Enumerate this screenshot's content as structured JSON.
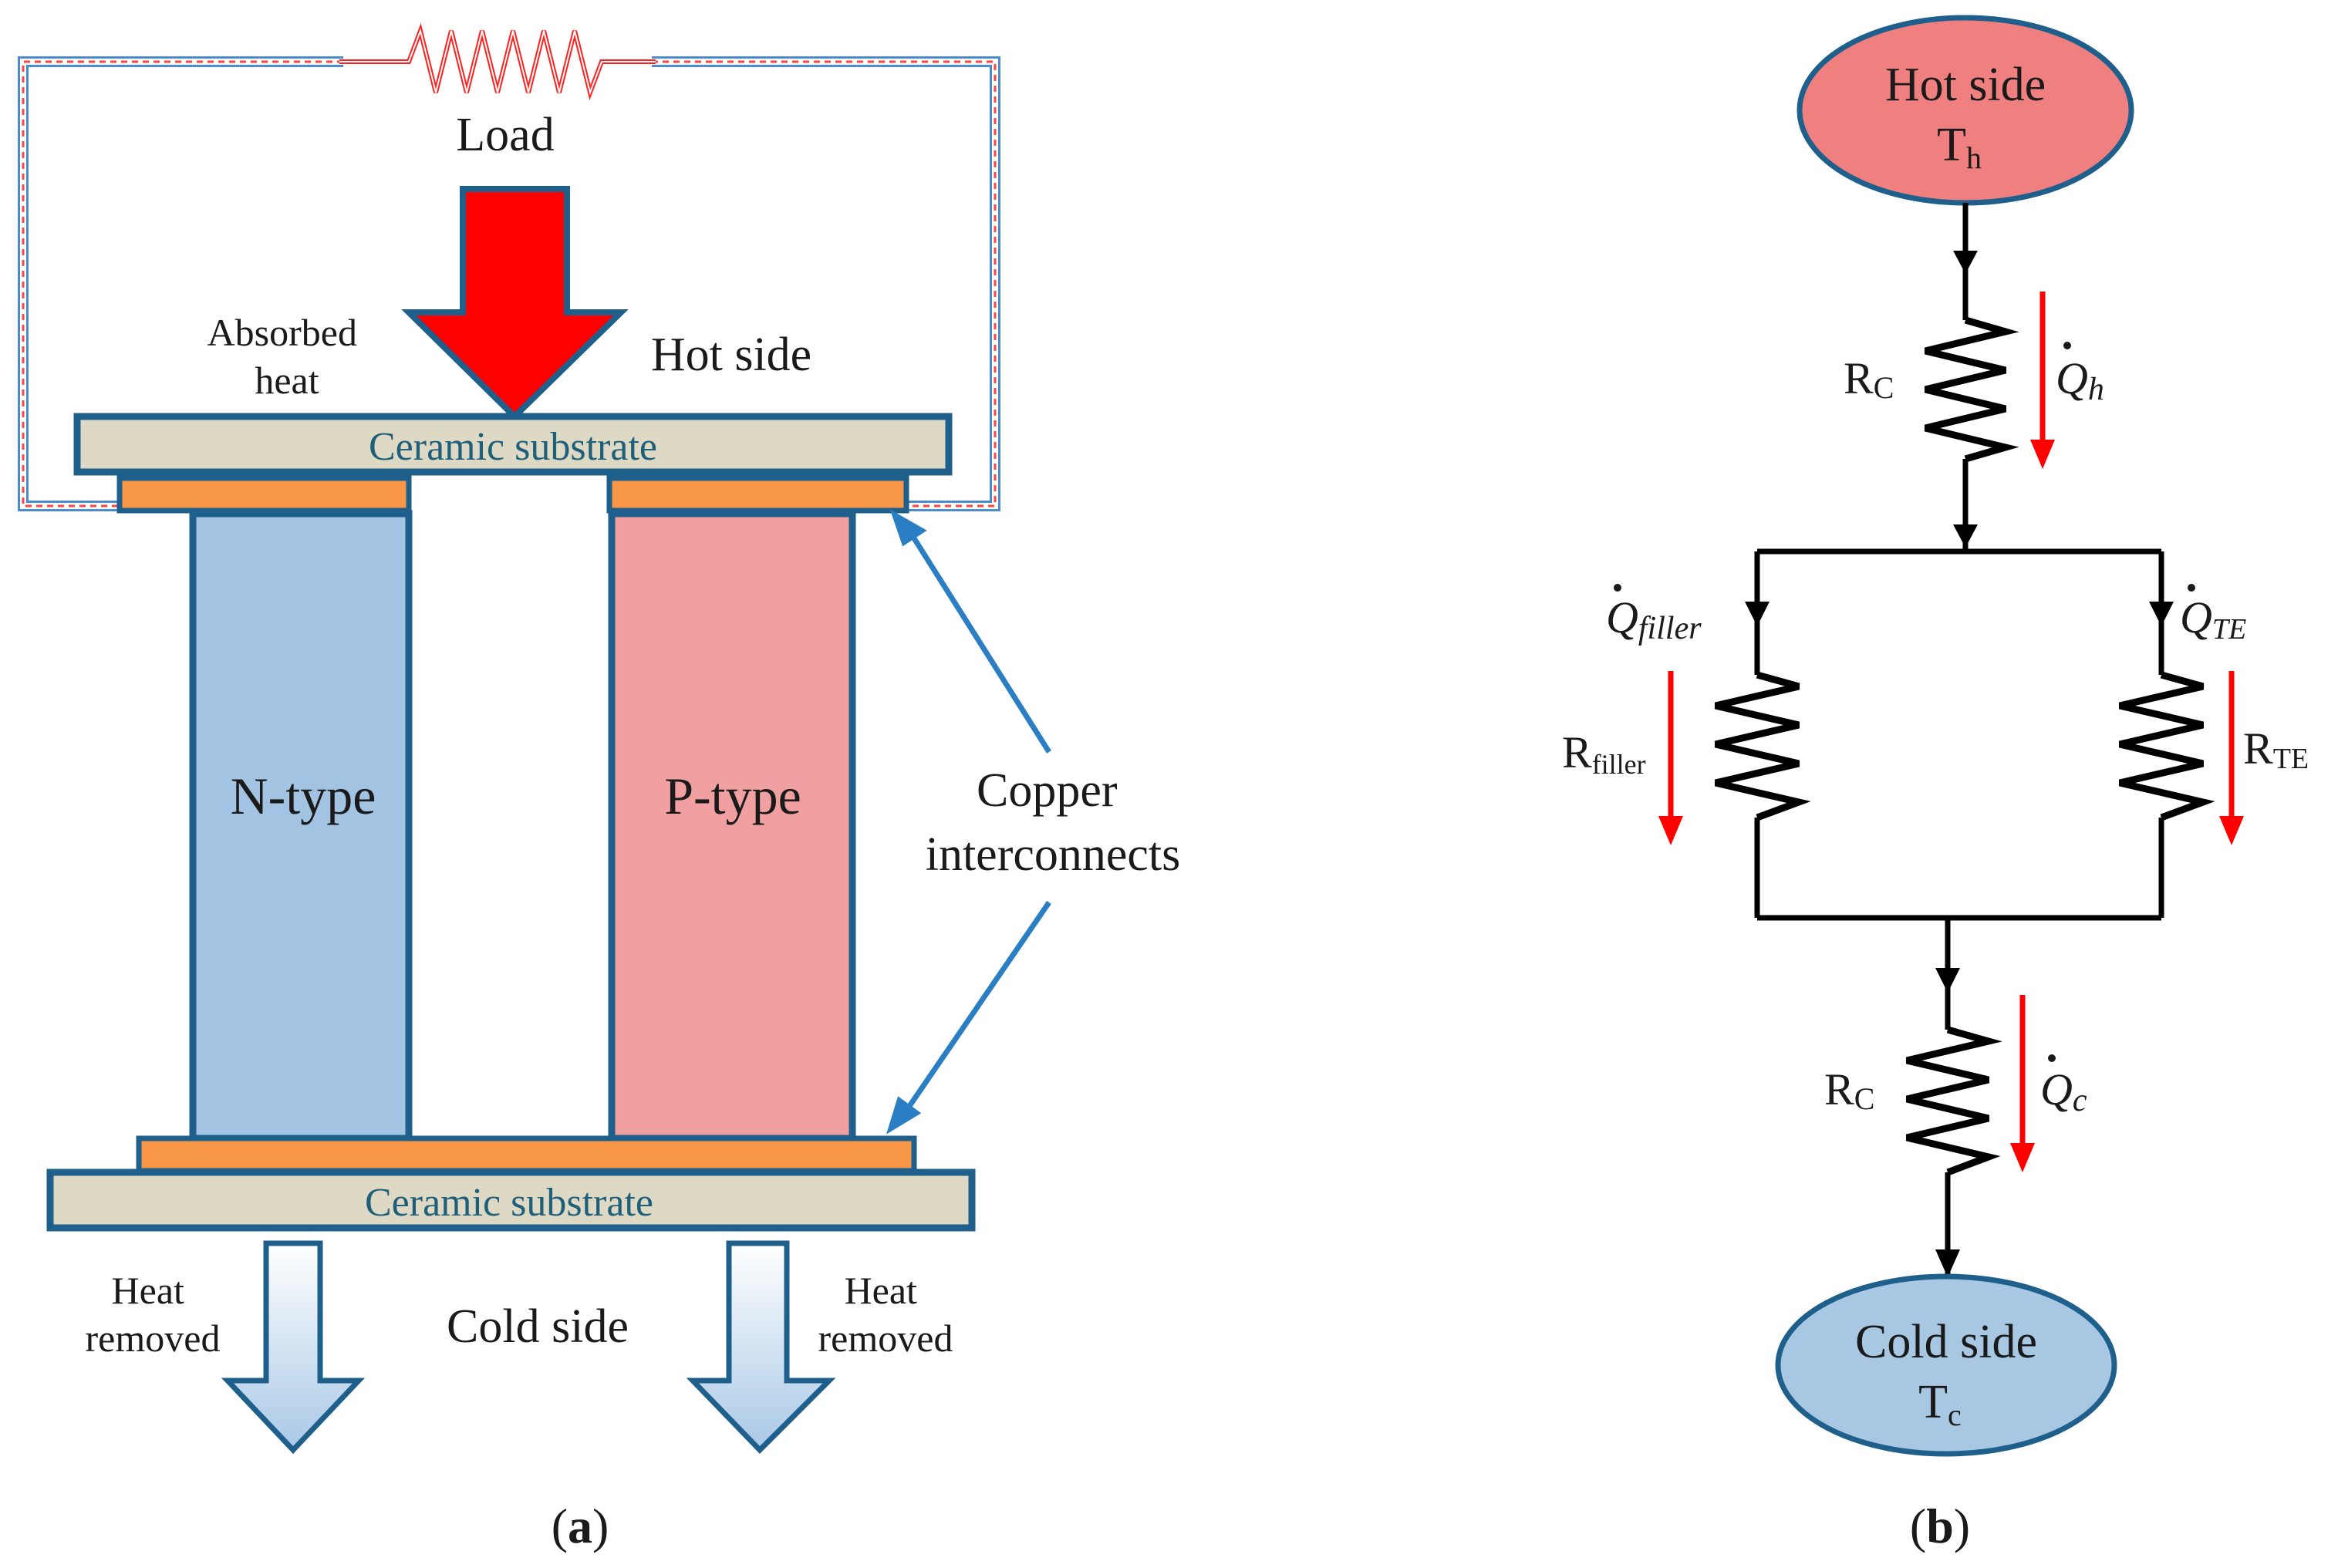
{
  "panel_a": {
    "load_label": "Load",
    "absorbed_heat": [
      "Absorbed",
      "heat"
    ],
    "hot_side_label": "Hot side",
    "top_substrate": "Ceramic substrate",
    "bottom_substrate": "Ceramic substrate",
    "n_type": "N-type",
    "p_type": "P-type",
    "copper_interconnects": [
      "Copper",
      "interconnects"
    ],
    "cold_side_label": "Cold side",
    "heat_removed_left": [
      "Heat",
      "removed"
    ],
    "heat_removed_right": [
      "Heat",
      "removed"
    ],
    "caption": [
      "(",
      "a",
      ")"
    ]
  },
  "panel_b": {
    "hot_node": {
      "title": "Hot side",
      "symbol": "T",
      "sub": "h"
    },
    "cold_node": {
      "title": "Cold side",
      "symbol": "T",
      "sub": "c"
    },
    "rc_top": {
      "symbol": "R",
      "sub": "C"
    },
    "rc_bottom": {
      "symbol": "R",
      "sub": "C"
    },
    "r_filler": {
      "symbol": "R",
      "sub": "filler"
    },
    "r_te": {
      "symbol": "R",
      "sub": "TE"
    },
    "q_h": {
      "symbol": "Q",
      "sub": "h"
    },
    "q_filler": {
      "symbol": "Q",
      "sub": "filler"
    },
    "q_te": {
      "symbol": "Q",
      "sub": "TE"
    },
    "q_c": {
      "symbol": "Q",
      "sub": "c"
    },
    "caption": [
      "(",
      "b",
      ")"
    ]
  },
  "colors": {
    "hot_fill": "#f08080",
    "cold_fill": "#a7c7e3",
    "n_type_fill": "#a3c3e2",
    "p_type_fill": "#f0a0a0",
    "substrate_fill": "#ddd9c4",
    "copper_fill": "#f79646",
    "outline_blue": "#1f5f8b",
    "arrow_red": "#ff0000",
    "load_wire": "#ff0000"
  }
}
